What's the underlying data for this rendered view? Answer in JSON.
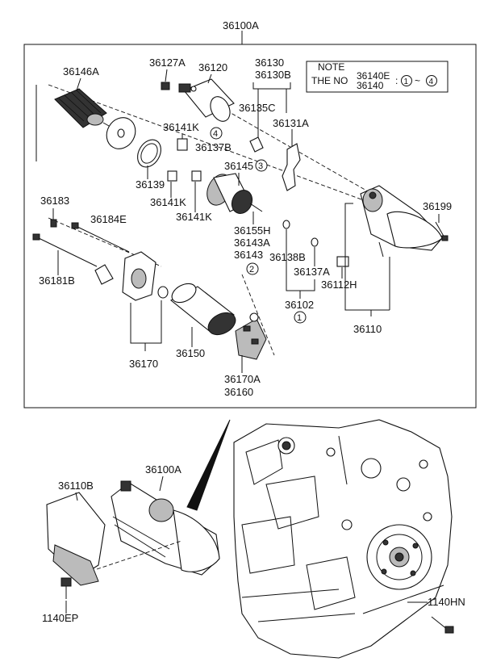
{
  "labels": {
    "assembly_top": "36100A",
    "armature": "36146A",
    "nut_36127a": "36127A",
    "solenoid": "36120",
    "lever_set_1": "36130",
    "lever_set_2": "36130B",
    "spring_36135c": "36135C",
    "lever_36131a": "36131A",
    "plate_36141k_a": "36141K",
    "circle_4": "4",
    "gear_36137b": "36137B",
    "clutch_36145": "36145",
    "circle_3": "3",
    "seal_36139": "36139",
    "plate_36141k_b": "36141K",
    "plate_36141k_c": "36141K",
    "bolt_36183": "36183",
    "bolt_36184e": "36184E",
    "bolt_36181b": "36181B",
    "shaft_36155h": "36155H",
    "shaft_36143a": "36143A",
    "shaft_36143": "36143",
    "circle_2": "2",
    "ring_36138b": "36138B",
    "ring_36137a": "36137A",
    "bush_36112h": "36112H",
    "kit_36102": "36102",
    "circle_1": "1",
    "housing_36110": "36110",
    "bolt_36199": "36199",
    "bracket_36170": "36170",
    "yoke_36150": "36150",
    "brush_36170a": "36170A",
    "brush_36160": "36160",
    "cover_36110b": "36110B",
    "assembly_bottom": "36100A",
    "bolt_1140ep": "1140EP",
    "bolt_1140hn": "1140HN"
  },
  "note": {
    "title": "NOTE",
    "line_prefix": "THE NO",
    "line_codes_1": "36140E",
    "line_codes_2": "36140",
    "colon": ":",
    "range_start": "1",
    "tilde": "~",
    "range_end": "4"
  }
}
